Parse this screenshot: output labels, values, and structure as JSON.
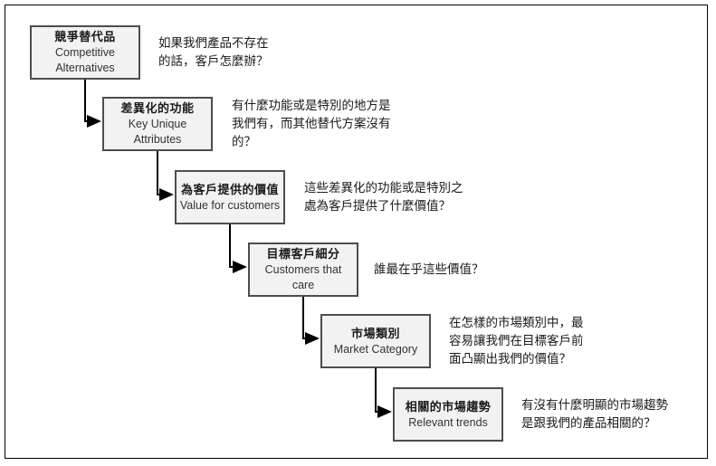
{
  "colors": {
    "box_fill": "#f2f2f2",
    "box_border": "#4d4d4d",
    "arrow": "#000000",
    "text": "#1a1a1a",
    "frame_border": "#000000"
  },
  "steps": [
    {
      "title": "競爭替代品",
      "subtitle": "Competitive Alternatives",
      "question": "如果我們產品不存在\n的話，客戶怎麼辦？"
    },
    {
      "title": "差異化的功能",
      "subtitle": "Key Unique Attributes",
      "question": "有什麼功能或是特別的地方是\n我們有，而其他替代方案沒有\n的？"
    },
    {
      "title": "為客戶提供的價值",
      "subtitle": "Value for customers",
      "question": "這些差異化的功能或是特別之\n處為客戶提供了什麼價值？"
    },
    {
      "title": "目標客戶細分",
      "subtitle": "Customers that care",
      "question": "誰最在乎這些價值？"
    },
    {
      "title": "市場類別",
      "subtitle": "Market Category",
      "question": "在怎樣的市場類別中，最\n容易讓我們在目標客戶前\n面凸顯出我們的價值？"
    },
    {
      "title": "相關的市場趨勢",
      "subtitle": "Relevant trends",
      "question": "有沒有什麼明顯的市場趨勢\n是跟我們的產品相關的？"
    }
  ]
}
